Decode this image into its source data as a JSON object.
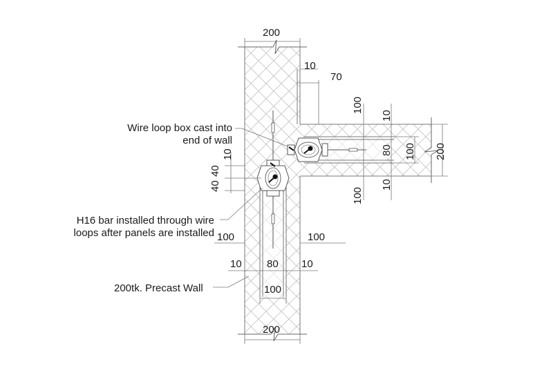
{
  "drawing": {
    "annotations": {
      "wire_loop_box_line1": "Wire loop box cast into",
      "wire_loop_box_line2": "end of wall",
      "h16_bar_line1": "H16 bar installed through wire",
      "h16_bar_line2": "loops after panels are installed",
      "precast_wall": "200tk. Precast Wall"
    },
    "dimensions": {
      "top_wall_width": "200",
      "bottom_wall_width": "200",
      "top_gap": "10",
      "top_offset": "70",
      "right_wall_thickness": "200",
      "right_inner_100_top": "100",
      "right_inner_10_top": "10",
      "right_loop_80": "80",
      "right_loop_100": "100",
      "right_inner_100_bottom": "100",
      "right_inner_10_bottom": "10",
      "left_10": "10",
      "left_40_upper": "40",
      "left_40_lower": "40",
      "mid_left_100": "100",
      "mid_right_100": "100",
      "bottom_left_10": "10",
      "bottom_80": "80",
      "bottom_right_10": "10",
      "bottom_100": "100"
    },
    "colors": {
      "line": "#555555",
      "hatch": "#bbbbbb",
      "text": "#1a1a1a"
    }
  }
}
